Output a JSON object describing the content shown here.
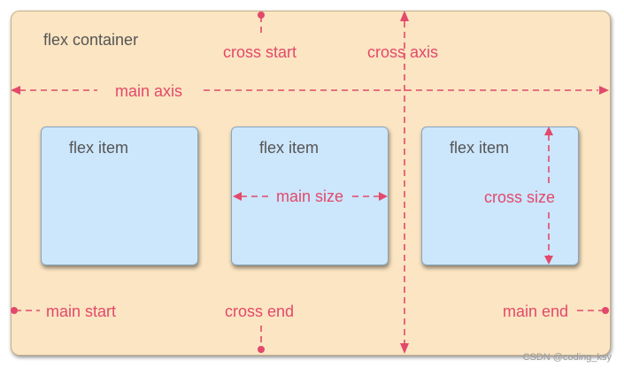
{
  "diagram": {
    "container_label": "flex container",
    "items": [
      {
        "label": "flex item"
      },
      {
        "label": "flex item"
      },
      {
        "label": "flex item"
      }
    ],
    "annotations": {
      "main_axis": "main axis",
      "cross_start": "cross start",
      "cross_axis": "cross axis",
      "main_size": "main size",
      "cross_size": "cross size",
      "main_start": "main start",
      "cross_end": "cross end",
      "main_end": "main end"
    },
    "colors": {
      "container_fill": "#fbe5c2",
      "item_fill": "#cce6fb",
      "annotation": "#e2496b",
      "text": "#555555"
    }
  },
  "watermark": "CSDN @coding_ksy"
}
